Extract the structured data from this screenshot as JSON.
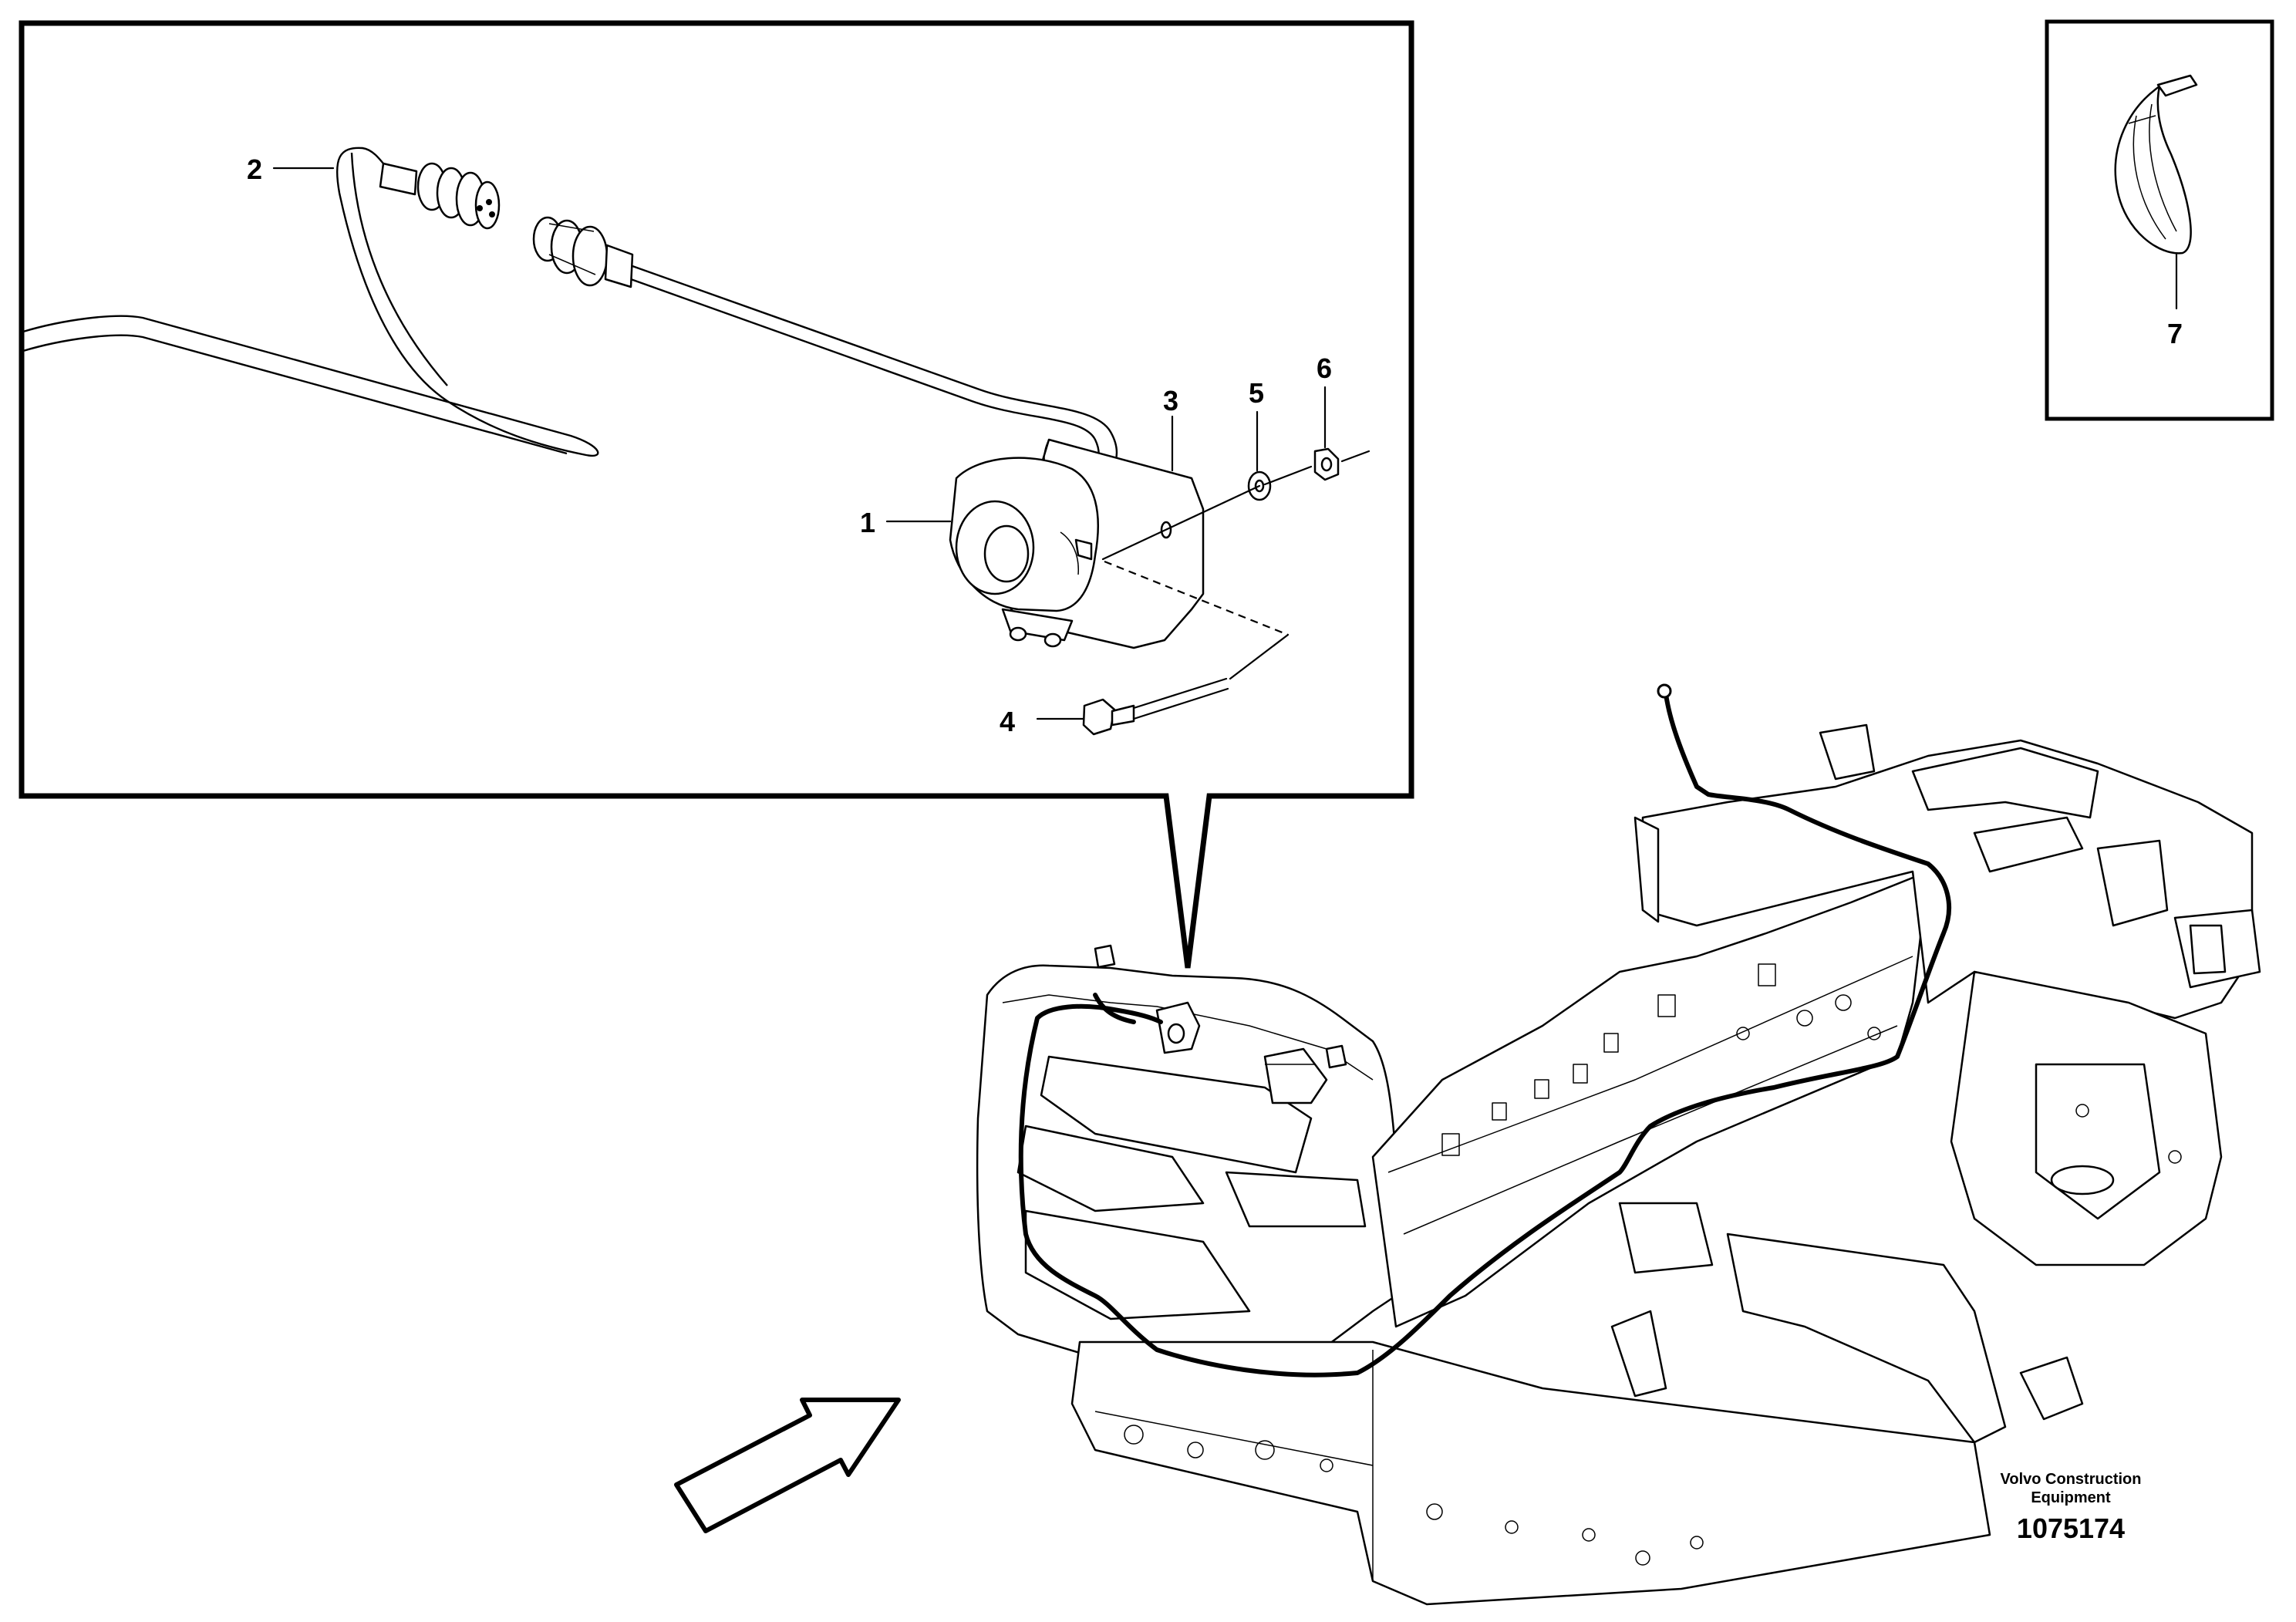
{
  "callouts": [
    {
      "id": "1",
      "label": "1"
    },
    {
      "id": "2",
      "label": "2"
    },
    {
      "id": "3",
      "label": "3"
    },
    {
      "id": "4",
      "label": "4"
    },
    {
      "id": "5",
      "label": "5"
    },
    {
      "id": "6",
      "label": "6"
    },
    {
      "id": "7",
      "label": "7"
    }
  ],
  "credit": {
    "line1": "Volvo Construction",
    "line2": "Equipment"
  },
  "document_number": "1075174"
}
